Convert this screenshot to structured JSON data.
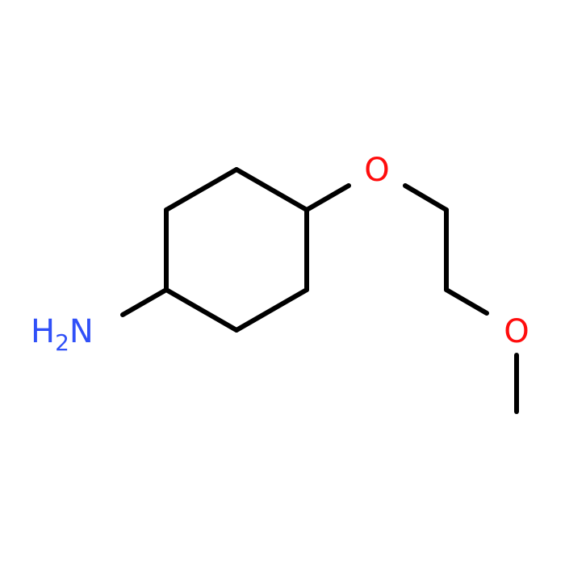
{
  "molecule": {
    "atoms": {
      "amine": {
        "symbol": "H",
        "subscript": "2",
        "element": "N",
        "color": "#3050F8"
      },
      "ether_oxygen": {
        "symbol": "O",
        "color": "#FF0D0D"
      },
      "methoxy_oxygen": {
        "symbol": "O",
        "color": "#FF0D0D"
      }
    },
    "bond_color": "#000000"
  }
}
